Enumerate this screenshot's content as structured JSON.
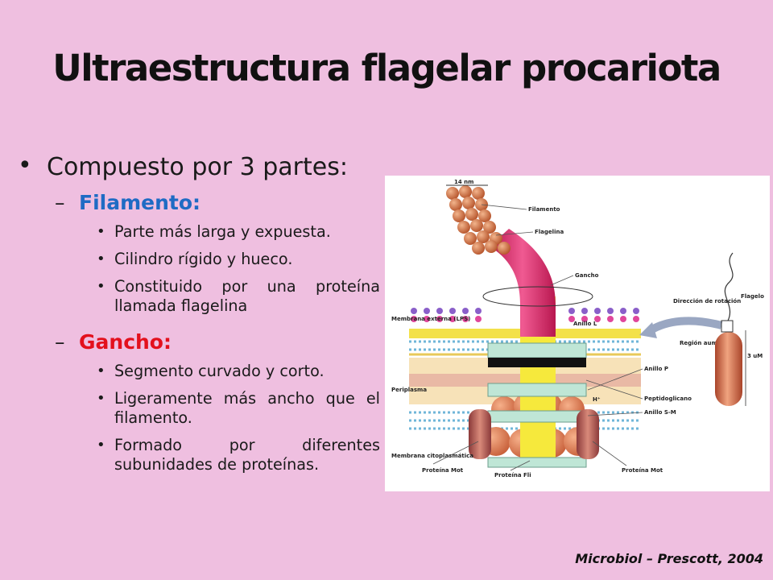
{
  "title": "Ultraestructura flagelar procariota",
  "bullet1": "Compuesto por 3 partes:",
  "filamento": {
    "label": "Filamento:",
    "items": [
      "Parte más larga y expuesta.",
      "Cilindro  rígido y hueco.",
      "Constituido por una proteína llamada flagelina"
    ]
  },
  "gancho": {
    "label": "Gancho:",
    "items": [
      "Segmento curvado y corto.",
      "Ligeramente más ancho que el filamento.",
      "Formado por diferentes subunidades de proteínas."
    ]
  },
  "diagram": {
    "scale": "14 nm",
    "filamento": "Filamento",
    "flagelina": "Flagelina",
    "gancho": "Gancho",
    "membrana_externa": "Membrana externa (LPS)",
    "anillo_l": "Anillo L",
    "periplasma": "Periplasma",
    "anillo_p": "Anillo P",
    "hplus": "H⁺",
    "peptidoglicano": "Peptidoglicano",
    "anillo_sm": "Anillo S-M",
    "membrana_cito": "Membrana citoplasmática",
    "proteina_mot_left": "Proteína Mot",
    "proteina_fli": "Proteína Fli",
    "proteina_mot_right": "Proteína Mot",
    "direccion": "Dirección de rotación",
    "flagelo": "Flagelo",
    "region": "Región aumentada",
    "size": "3 uM"
  },
  "credit": "Microbiol – Prescott, 2004",
  "colors": {
    "background": "#efbfe0",
    "filamento_label": "#1f6bc4",
    "gancho_label": "#e3101d",
    "hook": "#e02a6e",
    "filament": "#d9794a"
  }
}
